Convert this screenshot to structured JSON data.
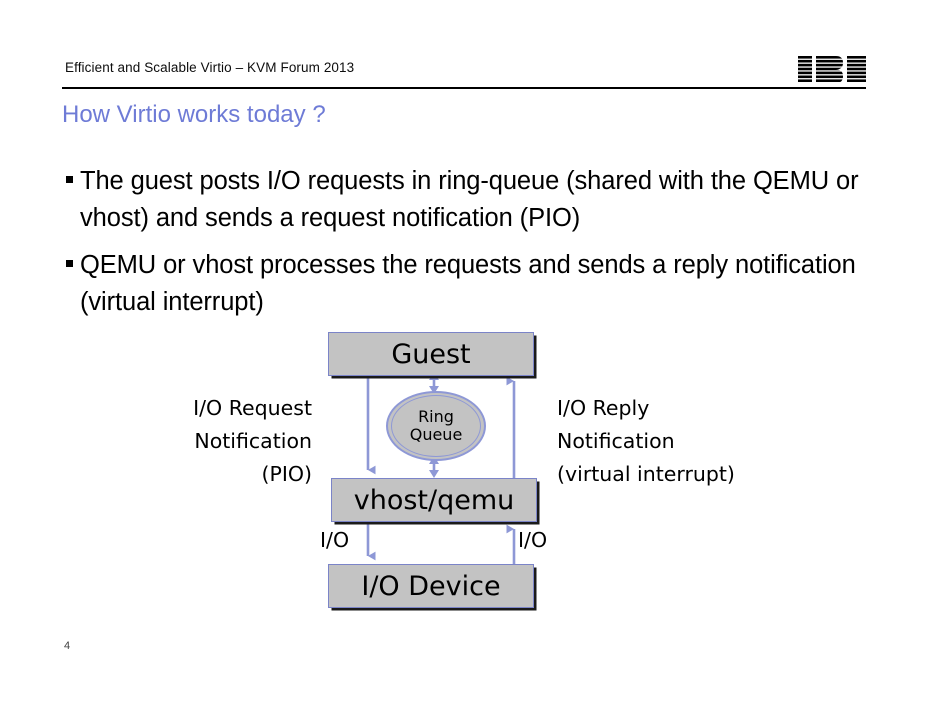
{
  "header": {
    "title": "Efficient and Scalable Virtio – KVM Forum 2013",
    "logo_alt": "IBM"
  },
  "slide": {
    "title": "How Virtio works today ?",
    "page_number": "4",
    "title_color": "#6e7bd6"
  },
  "bullets": [
    {
      "text": "The guest posts I/O requests in ring-queue (shared with the QEMU or vhost) and sends a request notification (PIO)"
    },
    {
      "text": "QEMU or vhost processes the requests and sends a reply notification (virtual interrupt)"
    }
  ],
  "diagram": {
    "boxes": [
      {
        "id": "guest",
        "label": "Guest"
      },
      {
        "id": "vhost",
        "label": "vhost/qemu"
      },
      {
        "id": "iodev",
        "label": "I/O Device"
      }
    ],
    "ring": {
      "line1": "Ring",
      "line2": "Queue"
    },
    "labels": {
      "left_line1": "I/O Request",
      "left_line2": "Notification",
      "left_line3": "(PIO)",
      "right_line1": "I/O Reply",
      "right_line2": "Notification",
      "right_line3": "(virtual interrupt)",
      "io_left": "I/O",
      "io_right": "I/O"
    },
    "colors": {
      "box_fill": "#c3c3c3",
      "box_border": "#7b84c8",
      "arrow": "#8e98d6"
    }
  }
}
